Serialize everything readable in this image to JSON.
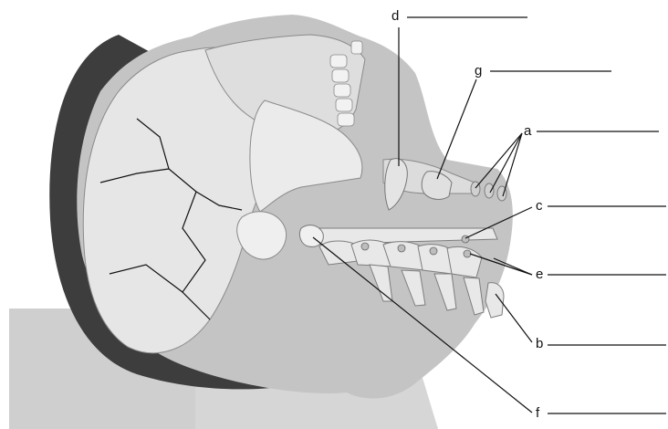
{
  "labels": {
    "a": "a",
    "b": "b",
    "c": "c",
    "d": "d",
    "e": "e",
    "f": "f",
    "g": "g"
  },
  "colors": {
    "hair": "#3d3d3d",
    "skin": "#c4c4c4",
    "bone": "#e6e6e6",
    "bone_outline": "#8a8a8a",
    "table": "#cfcfcf",
    "ink": "#111111"
  }
}
